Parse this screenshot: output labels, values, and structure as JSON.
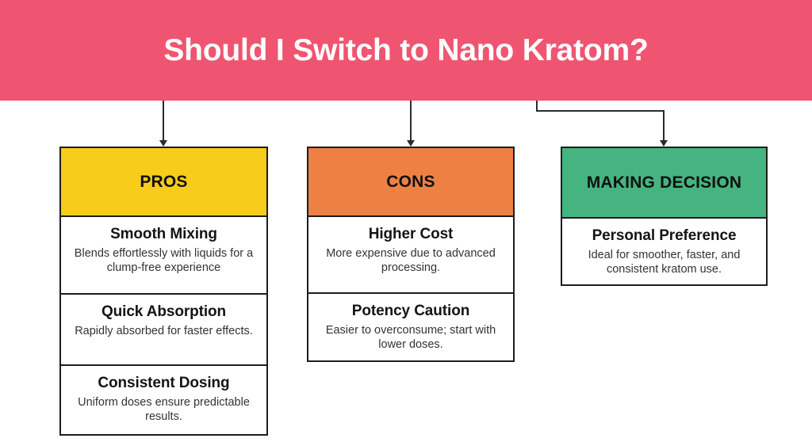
{
  "header": {
    "title": "Should I Switch to Nano Kratom?",
    "background_color": "#ef5570",
    "text_color": "#ffffff"
  },
  "palette": {
    "pros_header": "#f8cc1b",
    "cons_header": "#ef8044",
    "decision_header": "#45b481",
    "banner": "#ef5570",
    "border": "#1d1d1d",
    "connector": "#2b2b2b",
    "card_background": "#ffffff"
  },
  "columns": [
    {
      "id": "pros",
      "heading": "PROS",
      "header_color": "#f8cc1b",
      "connector": "straight-down-arrow",
      "items": [
        {
          "title": "Smooth Mixing",
          "description": "Blends effortlessly with liquids for a clump-free experience"
        },
        {
          "title": "Quick Absorption",
          "description": "Rapidly absorbed for faster effects."
        },
        {
          "title": "Consistent Dosing",
          "description": "Uniform doses ensure predictable results."
        }
      ]
    },
    {
      "id": "cons",
      "heading": "CONS",
      "header_color": "#ef8044",
      "connector": "straight-down-arrow",
      "items": [
        {
          "title": "Higher Cost",
          "description": "More expensive due to advanced processing."
        },
        {
          "title": "Potency Caution",
          "description": "Easier to overconsume; start with lower doses."
        }
      ]
    },
    {
      "id": "decision",
      "heading": "MAKING DECISION",
      "header_color": "#45b481",
      "connector": "elbow-right-down-arrow",
      "items": [
        {
          "title": "Personal Preference",
          "description": "Ideal for smoother, faster, and consistent kratom use."
        }
      ]
    }
  ]
}
